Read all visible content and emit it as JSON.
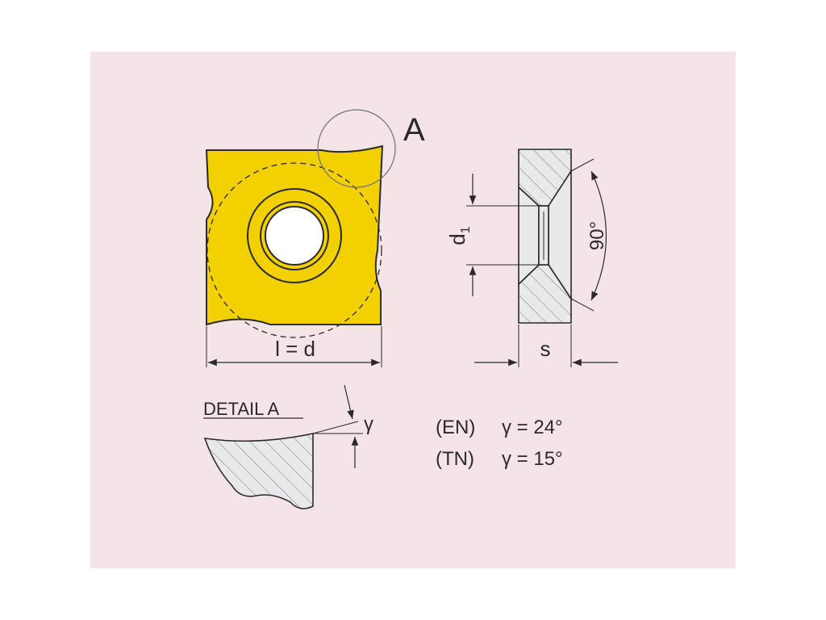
{
  "colors": {
    "background": "#f4e4e8",
    "insert_fill": "#f3d000",
    "outline": "#2a2a2a",
    "hatch": "#777777",
    "section_fill": "#e9e9ec"
  },
  "labels": {
    "detail_marker": "A",
    "length_dim": "l = d",
    "hole_dim_main": "d",
    "hole_dim_sub": "1",
    "thickness_dim": "s",
    "angle_dim": "90°",
    "detail_title": "DETAIL A",
    "gamma_symbol": "γ",
    "variants": [
      {
        "code": "(EN)",
        "value": "γ = 24°"
      },
      {
        "code": "(TN)",
        "value": "γ = 15°"
      }
    ]
  }
}
